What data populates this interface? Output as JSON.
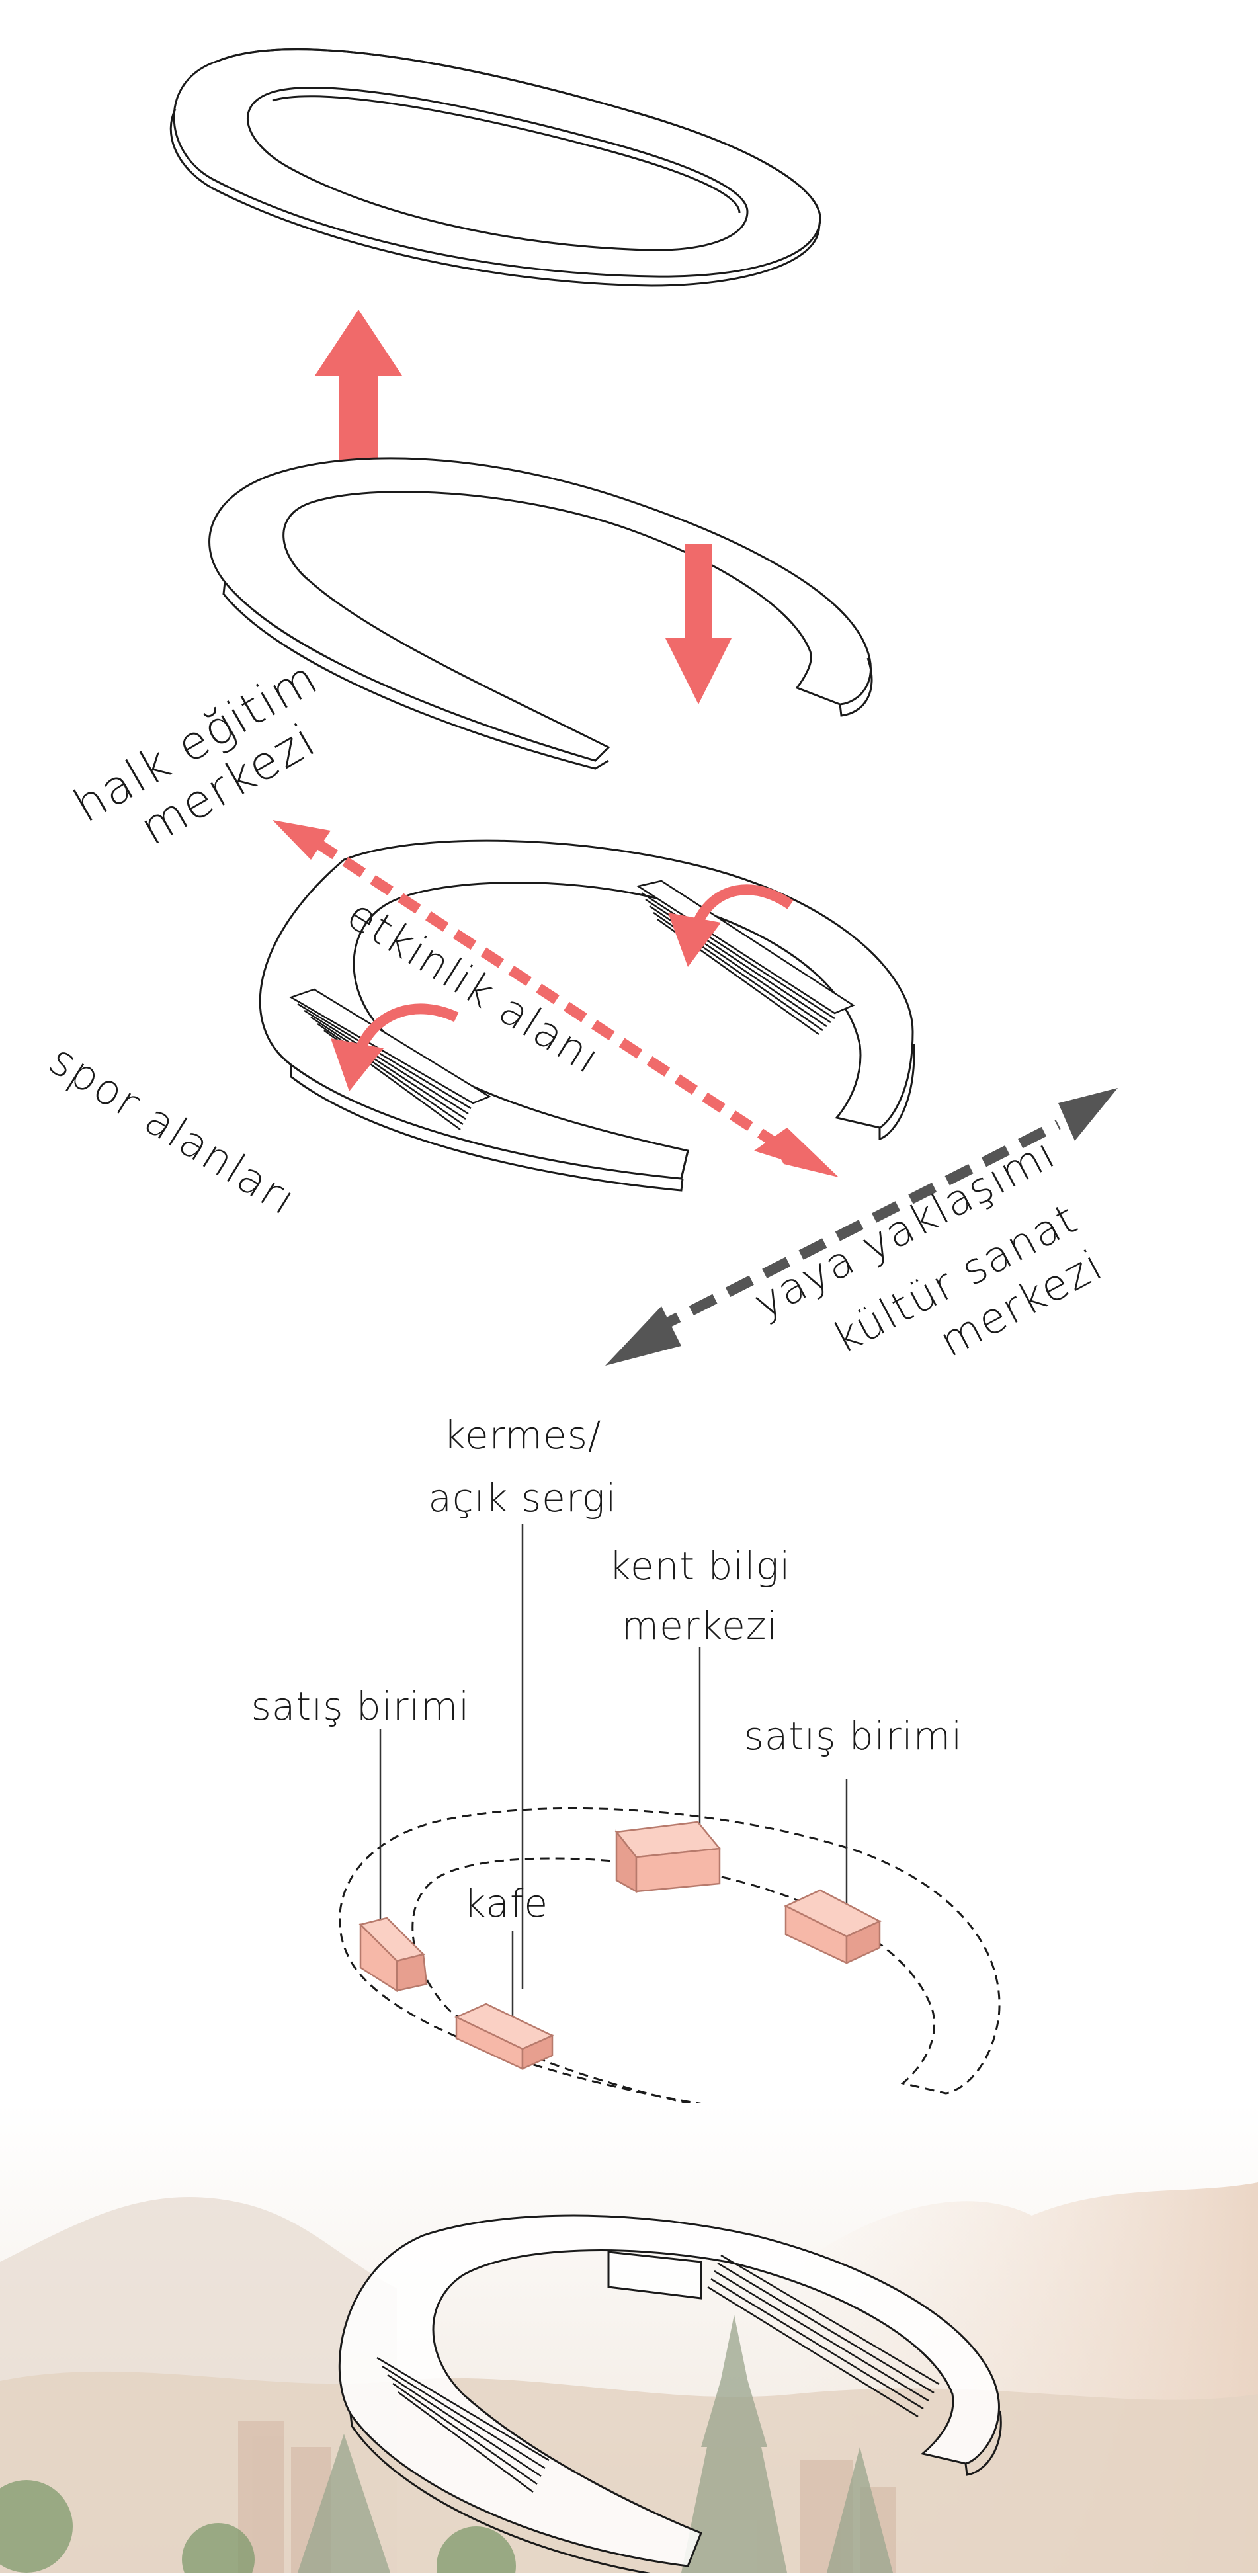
{
  "colors": {
    "accent_red": "#f06a6a",
    "dark_arrow": "#555555",
    "box_fill": "#f6b8a8",
    "box_stroke": "#b77a6c",
    "line": "#1a1a1a"
  },
  "labels": {
    "halk_egitim": [
      "halk eğitim",
      "merkezi"
    ],
    "etkinlik_alani": "etkinlik alanı",
    "spor_alanlari": "spor alanları",
    "yaya_yaklasimi": "yaya yaklaşımı",
    "kultur_sanat": [
      "kültür sanat",
      "merkezi"
    ],
    "kermes": [
      "kermes/",
      "açık sergi"
    ],
    "kent_bilgi": [
      "kent bilgi",
      "merkezi"
    ],
    "satis_left": "satış birimi",
    "satis_right": "satış birimi",
    "kafe": "kafe"
  }
}
